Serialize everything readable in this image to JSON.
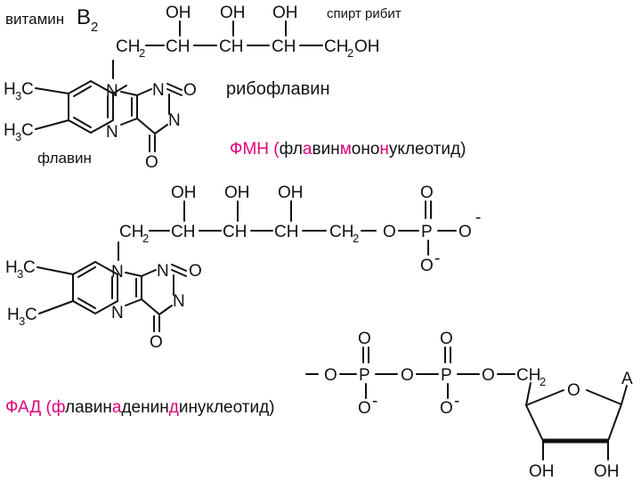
{
  "labels": {
    "vitamin": "витамин",
    "vitamin_b": "B",
    "vitamin_sub": "2",
    "ribitol": "спирт рибит",
    "riboflavin": "рибофлавин",
    "flavin": "флавин",
    "fmn": {
      "prefix": "ФМН (",
      "parts": [
        {
          "text": "фл",
          "highlight": false
        },
        {
          "text": "а",
          "highlight": true
        },
        {
          "text": "вин",
          "highlight": false
        },
        {
          "text": "м",
          "highlight": true
        },
        {
          "text": "оно",
          "highlight": false
        },
        {
          "text": "н",
          "highlight": true
        },
        {
          "text": "уклеотид",
          "highlight": false
        }
      ],
      "suffix": ")"
    },
    "fad": {
      "prefix": "ФАД (",
      "parts": [
        {
          "text": "ф",
          "highlight": true
        },
        {
          "text": "лавин",
          "highlight": false
        },
        {
          "text": "а",
          "highlight": true
        },
        {
          "text": "денин",
          "highlight": false
        },
        {
          "text": "д",
          "highlight": true
        },
        {
          "text": "инуклеотид",
          "highlight": false
        }
      ],
      "suffix": ")"
    },
    "adenine_mark": "A"
  },
  "atoms": {
    "oh": "OH",
    "ch": "CH",
    "ch2": "CH",
    "sub2": "2",
    "ch2oh_tail": "OH",
    "h3c_h": "H",
    "h3c_sub": "3",
    "h3c_c": "C",
    "n": "N",
    "o": "O",
    "p": "P",
    "minus": "-"
  },
  "colors": {
    "highlight": "#e0007a",
    "ink": "#111111"
  }
}
